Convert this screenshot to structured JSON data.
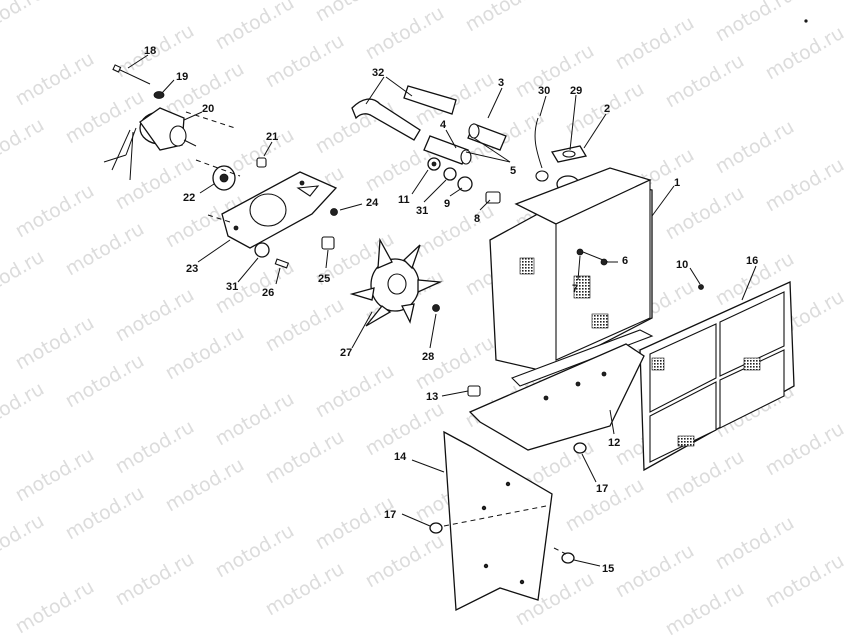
{
  "watermark": {
    "text": "motod.ru"
  },
  "callouts": [
    {
      "id": "18",
      "label": "18"
    },
    {
      "id": "19",
      "label": "19"
    },
    {
      "id": "20",
      "label": "20"
    },
    {
      "id": "21",
      "label": "21"
    },
    {
      "id": "22",
      "label": "22"
    },
    {
      "id": "23",
      "label": "23"
    },
    {
      "id": "24",
      "label": "24"
    },
    {
      "id": "25",
      "label": "25"
    },
    {
      "id": "26",
      "label": "26"
    },
    {
      "id": "27",
      "label": "27"
    },
    {
      "id": "28",
      "label": "28"
    },
    {
      "id": "31a",
      "label": "31"
    },
    {
      "id": "31b",
      "label": "31"
    },
    {
      "id": "32",
      "label": "32"
    },
    {
      "id": "3",
      "label": "3"
    },
    {
      "id": "30",
      "label": "30"
    },
    {
      "id": "29",
      "label": "29"
    },
    {
      "id": "2",
      "label": "2"
    },
    {
      "id": "4",
      "label": "4"
    },
    {
      "id": "5",
      "label": "5"
    },
    {
      "id": "11",
      "label": "11"
    },
    {
      "id": "9",
      "label": "9"
    },
    {
      "id": "8",
      "label": "8"
    },
    {
      "id": "1",
      "label": "1"
    },
    {
      "id": "6",
      "label": "6"
    },
    {
      "id": "7",
      "label": "7"
    },
    {
      "id": "10",
      "label": "10"
    },
    {
      "id": "16",
      "label": "16"
    },
    {
      "id": "13",
      "label": "13"
    },
    {
      "id": "12",
      "label": "12"
    },
    {
      "id": "14",
      "label": "14"
    },
    {
      "id": "17a",
      "label": "17"
    },
    {
      "id": "17b",
      "label": "17"
    },
    {
      "id": "15",
      "label": "15"
    }
  ]
}
